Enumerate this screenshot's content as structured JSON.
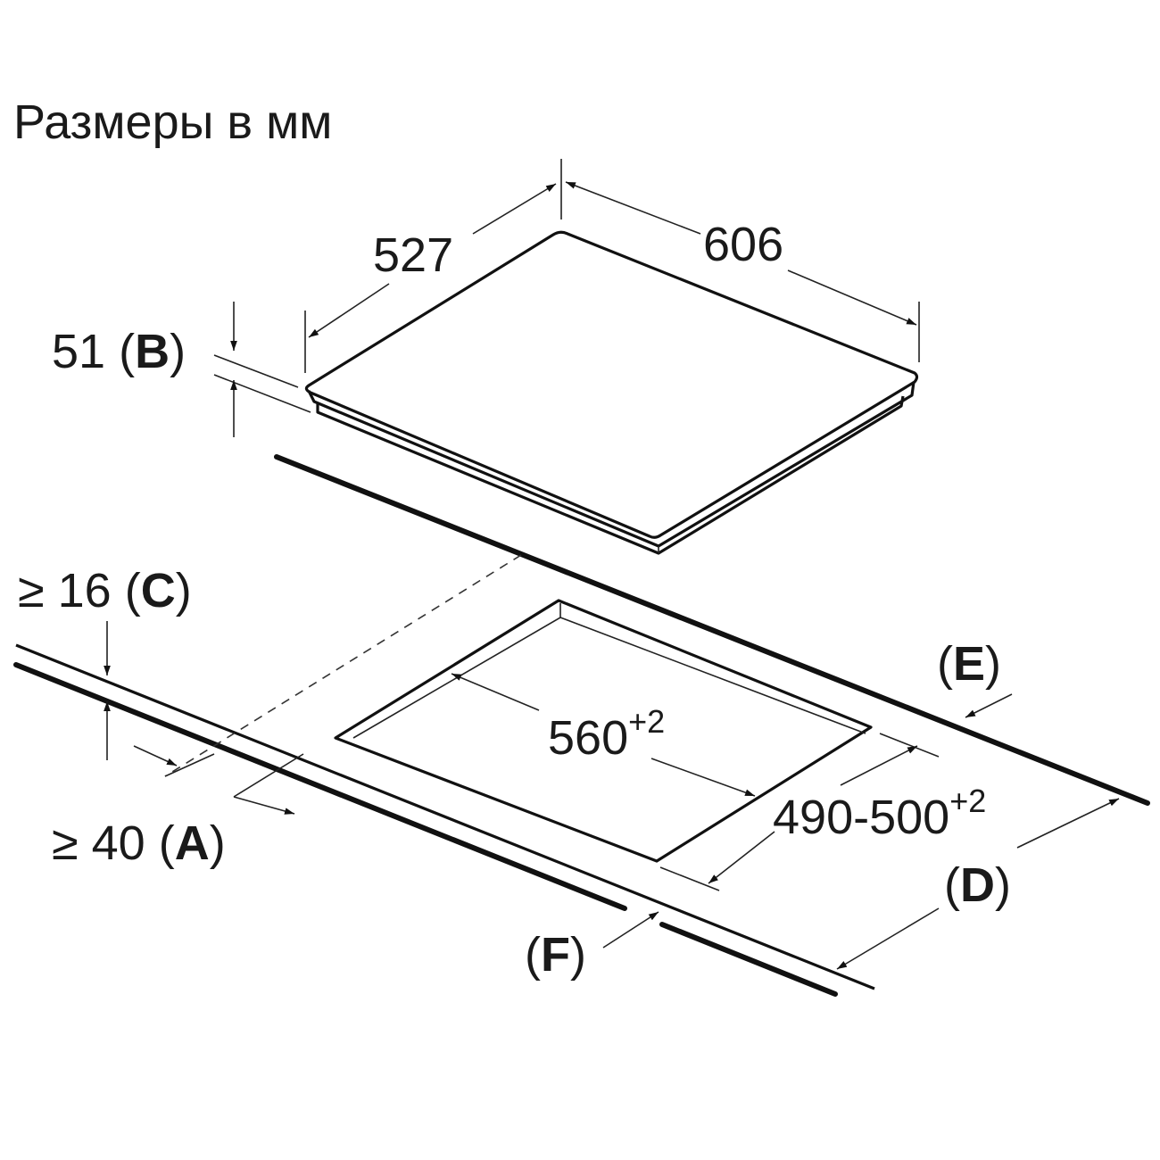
{
  "title": "Размеры в мм",
  "hob": {
    "width": "606",
    "depth": "527",
    "height": {
      "value": "51 (",
      "letter": "B",
      "close": ")"
    }
  },
  "cutout": {
    "width": {
      "value": "560",
      "tolerance": "+2"
    },
    "depth": {
      "value": "490-500",
      "tolerance": "+2"
    }
  },
  "clearances": {
    "c": {
      "value": "≥ 16 (",
      "letter": "C",
      "close": ")"
    },
    "a": {
      "value": "≥ 40 (",
      "letter": "A",
      "close": ")"
    },
    "d": {
      "open": "(",
      "letter": "D",
      "close": ")"
    },
    "e": {
      "open": "(",
      "letter": "E",
      "close": ")"
    },
    "f": {
      "open": "(",
      "letter": "F",
      "close": ")"
    }
  }
}
